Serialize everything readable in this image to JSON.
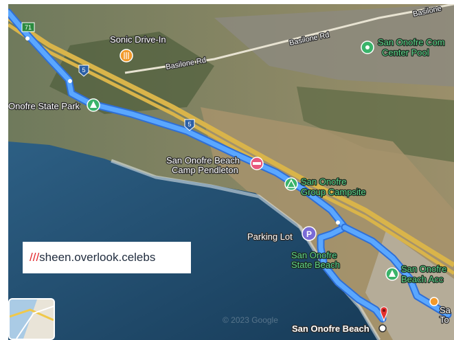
{
  "map": {
    "type": "satellite",
    "colors": {
      "route": "#4f9cf7",
      "route_outline": "#2f6fd6",
      "ocean": "#1e4a6e",
      "land": "#8a8462",
      "highway": "#d9b44a",
      "poi_green": "#3ab36a",
      "poi_orange": "#f29a2b",
      "poi_pink": "#e8587d",
      "poi_purple": "#7a6bd6",
      "pin_red": "#e3302f"
    },
    "roads": [
      {
        "label": "Basilone Rd"
      },
      {
        "label": "Basilone Rd"
      },
      {
        "label": "Basilone"
      }
    ],
    "shields": [
      {
        "label": "71"
      },
      {
        "label": "5"
      },
      {
        "label": "5"
      }
    ],
    "pois": [
      {
        "name": "Sonic Drive-In",
        "icon": "fork-knife-icon",
        "color": "#f29a2b"
      },
      {
        "name_line1": "San Onofre Com",
        "name_line2": "Center Pool",
        "icon": "pin-icon",
        "color": "#3ab36a"
      },
      {
        "name": "Onofre State Park",
        "icon": "tree-icon",
        "color": "#3ab36a"
      },
      {
        "name_line1": "San Onofre Beach",
        "name_line2": "Camp Pendleton",
        "icon": "bed-icon",
        "color": "#e8587d"
      },
      {
        "name_line1": "San Onofre",
        "name_line2": "Group Campsite",
        "icon": "tent-icon",
        "color": "#3ab36a"
      },
      {
        "name": "Parking Lot",
        "icon": "parking-icon",
        "color": "#7a6bd6"
      },
      {
        "name_line1": "San Onofre",
        "name_line2": "State Beach",
        "icon": "none",
        "color": "#3ab36a"
      },
      {
        "name_line1": "San Onofre",
        "name_line2": "Beach Acc",
        "icon": "tree-icon",
        "color": "#3ab36a"
      },
      {
        "name_line1": "Sa",
        "name_line2": "To",
        "icon": "pin-icon",
        "color": "#f29a2b"
      }
    ],
    "destination": {
      "name": "San Onofre Beach",
      "icon": "map-pin-icon"
    },
    "copyright": "© 2023 Google"
  },
  "what3words": {
    "slashes": "///",
    "address": "sheen.overlook.celebs"
  }
}
